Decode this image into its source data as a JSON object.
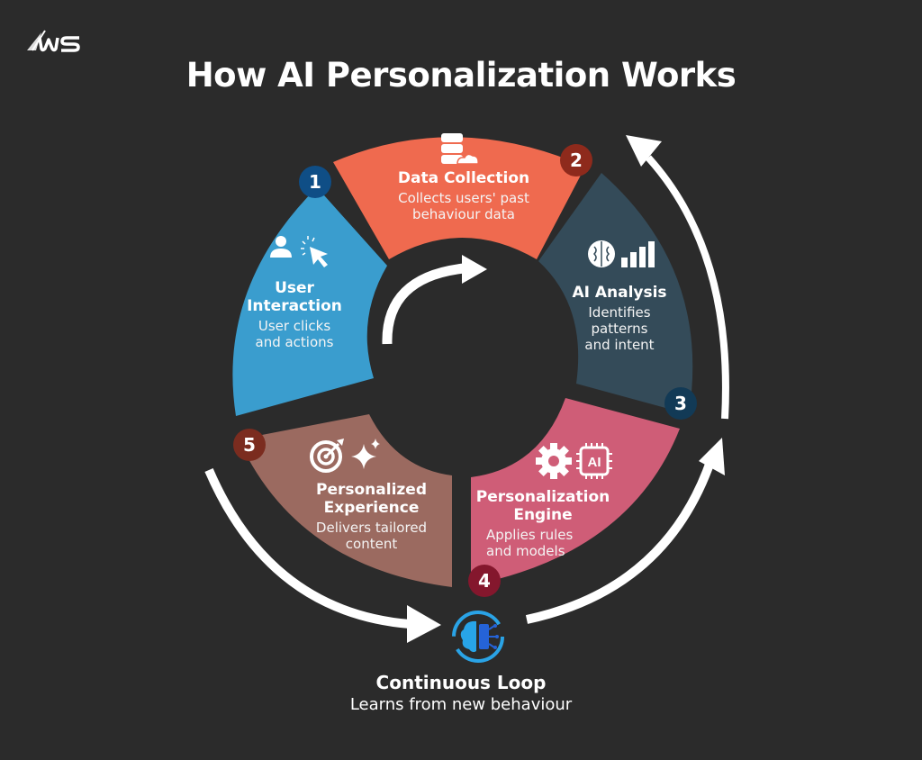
{
  "brand": {
    "logo_text": "WS"
  },
  "title": "How AI Personalization Works",
  "colors": {
    "background": "#2b2b2b",
    "data_collection": "#ef6a4f",
    "ai_analysis": "#344b59",
    "personalization_engine": "#cf5d77",
    "personalized_experience": "#9b6a60",
    "user_interaction": "#3a9dce",
    "loop_icon": "#2aa3e6"
  },
  "steps": [
    {
      "number": "1",
      "title": "User Interaction",
      "title_lines": [
        "User",
        "Interaction"
      ],
      "desc_lines": [
        "User clicks",
        "and actions"
      ],
      "icon": "user-click-icon",
      "badge_color": "#0f4e86"
    },
    {
      "number": "2",
      "title": "Data Collection",
      "title_lines": [
        "Data Collection"
      ],
      "desc_lines": [
        "Collects users' past",
        "behaviour data"
      ],
      "icon": "database-cloud-icon",
      "badge_color": "#8e2a1c"
    },
    {
      "number": "3",
      "title": "AI Analysis",
      "title_lines": [
        "AI Analysis"
      ],
      "desc_lines": [
        "Identifies",
        "patterns",
        "and intent"
      ],
      "icon": "brain-chart-icon",
      "badge_color": "#123a56"
    },
    {
      "number": "4",
      "title": "Personalization Engine",
      "title_lines": [
        "Personalization",
        "Engine"
      ],
      "desc_lines": [
        "Applies rules",
        "and models"
      ],
      "icon": "gear-ai-chip-icon",
      "badge_color": "#84172d"
    },
    {
      "number": "5",
      "title": "Personalized Experience",
      "title_lines": [
        "Personalized",
        "Experience"
      ],
      "desc_lines": [
        "Delivers tailored",
        "content"
      ],
      "icon": "target-sparkle-icon",
      "badge_color": "#7b2c1f"
    }
  ],
  "loop": {
    "title": "Continuous Loop",
    "desc": "Learns from new behaviour",
    "icon": "brain-circuit-cycle-icon"
  },
  "chip_label": "AI"
}
